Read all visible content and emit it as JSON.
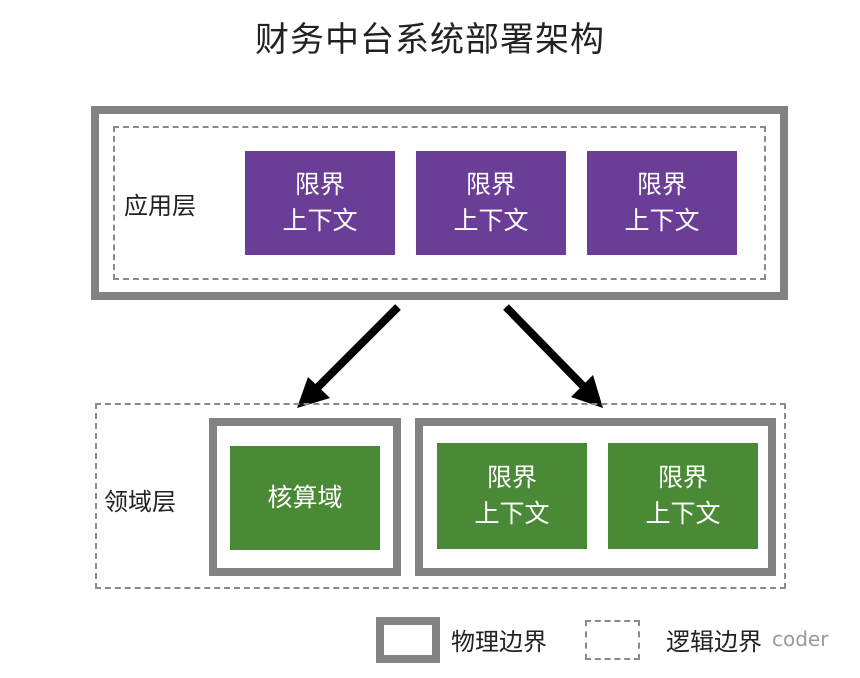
{
  "title": "财务中台系统部署架构",
  "app_layer": {
    "label": "应用层",
    "contexts": [
      {
        "line1": "限界",
        "line2": "上下文"
      },
      {
        "line1": "限界",
        "line2": "上下文"
      },
      {
        "line1": "限界",
        "line2": "上下文"
      }
    ]
  },
  "domain_layer": {
    "label": "领域层",
    "core_domain": "核算域",
    "contexts": [
      {
        "line1": "限界",
        "line2": "上下文"
      },
      {
        "line1": "限界",
        "line2": "上下文"
      }
    ]
  },
  "legend": {
    "physical": "物理边界",
    "logical": "逻辑边界"
  },
  "watermark": "coder",
  "colors": {
    "physical_border": "#828282",
    "logical_border": "#8a8a8a",
    "app_context": "#6a3d96",
    "domain_context": "#4a8a36",
    "arrow": "#000000"
  }
}
